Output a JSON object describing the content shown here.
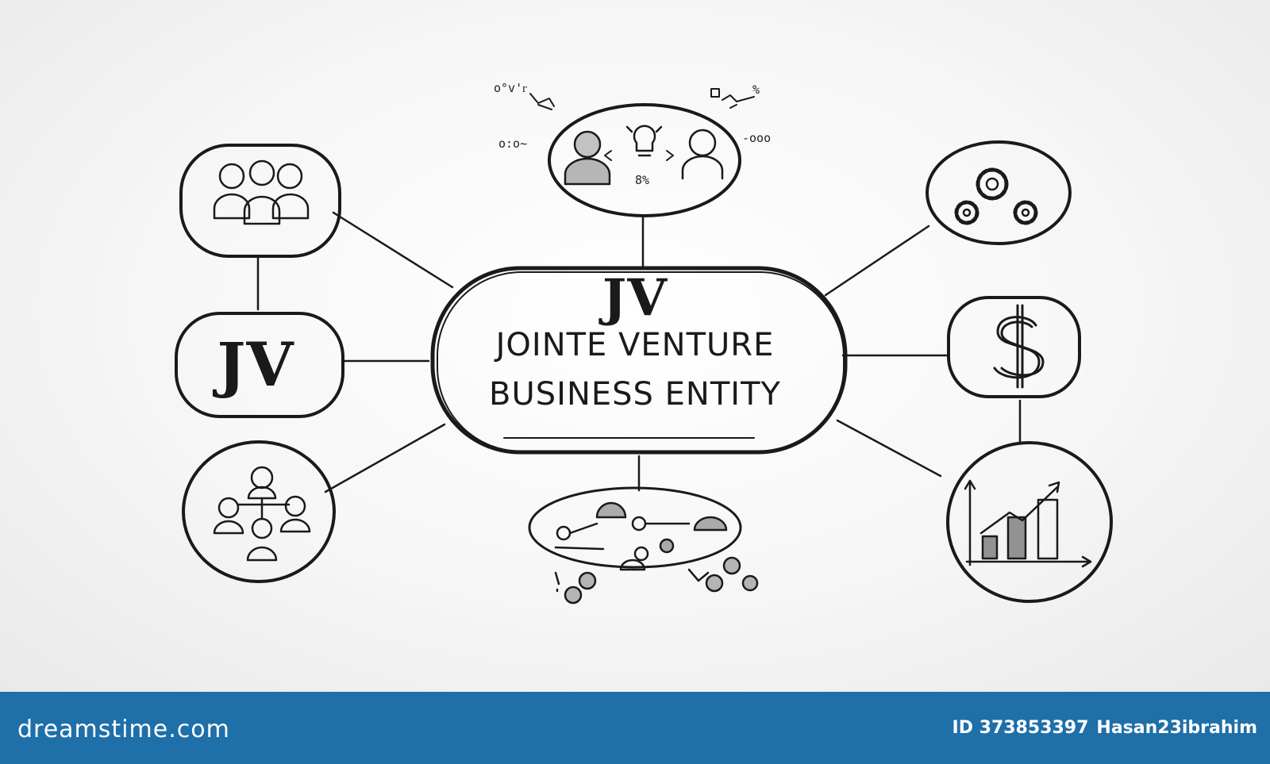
{
  "diagram": {
    "center": {
      "abbr": "JV",
      "line1": "JOINTE VENTURE",
      "line2": "BUSINESS ENTITY"
    },
    "left_node_abbr": "JV",
    "scribbles": {
      "top_left_1": "o°v'ᴦ",
      "top_left_2": "o:o~",
      "top_right_1": "%",
      "top_right_2": "-ooo",
      "top_mid": "8%"
    },
    "nodes": [
      {
        "id": "team",
        "icon": "group-icon"
      },
      {
        "id": "jv-label",
        "icon": "text-jv"
      },
      {
        "id": "hierarchy",
        "icon": "org-chart-icon"
      },
      {
        "id": "collaboration",
        "icon": "people-idea-icon"
      },
      {
        "id": "network",
        "icon": "network-icon"
      },
      {
        "id": "operations",
        "icon": "gears-icon"
      },
      {
        "id": "finance",
        "icon": "dollar-icon"
      },
      {
        "id": "growth",
        "icon": "bar-chart-icon"
      }
    ],
    "stroke_color": "#1a1a1a"
  },
  "footer": {
    "logo": "dreamstime.com",
    "id_label": "ID 373853397",
    "author": "Hasan23ibrahim",
    "background": "#1f6fa8"
  }
}
